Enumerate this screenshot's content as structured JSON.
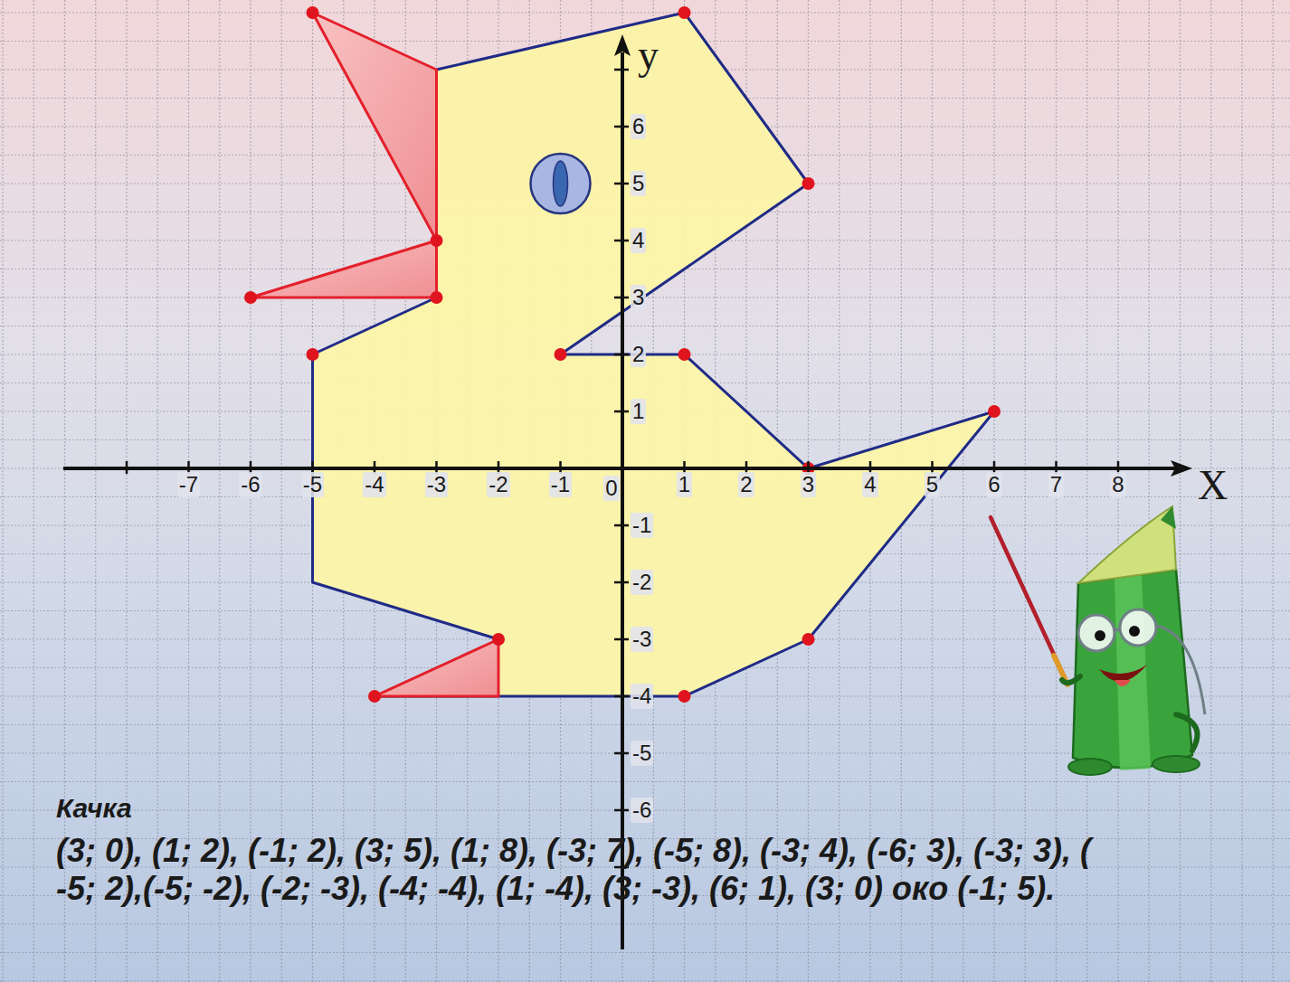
{
  "diagram": {
    "title": "Качка",
    "labels": [
      "y",
      "X",
      "-7",
      "-6",
      "-5",
      "-4",
      "-3",
      "-2",
      "-1",
      "0",
      "1",
      "2",
      "3",
      "4",
      "5",
      "6",
      "7",
      "8",
      "6",
      "5",
      "4",
      "3",
      "2",
      "1",
      "-1",
      "-2",
      "-3",
      "-4",
      "-5",
      "-6",
      "(3; 0), (1; 2), (-1; 2), (3; 5), (1; 8), (-3; 7), (-5; 8), (-3; 4), (-6; 3), (-3; 3), ( -5; 2),(-5; -2), (-2; -3), (-4; -4), (1; -4), (3; -3), (6; 1), (3; 0) око (-1; 5)."
    ]
  }
}
